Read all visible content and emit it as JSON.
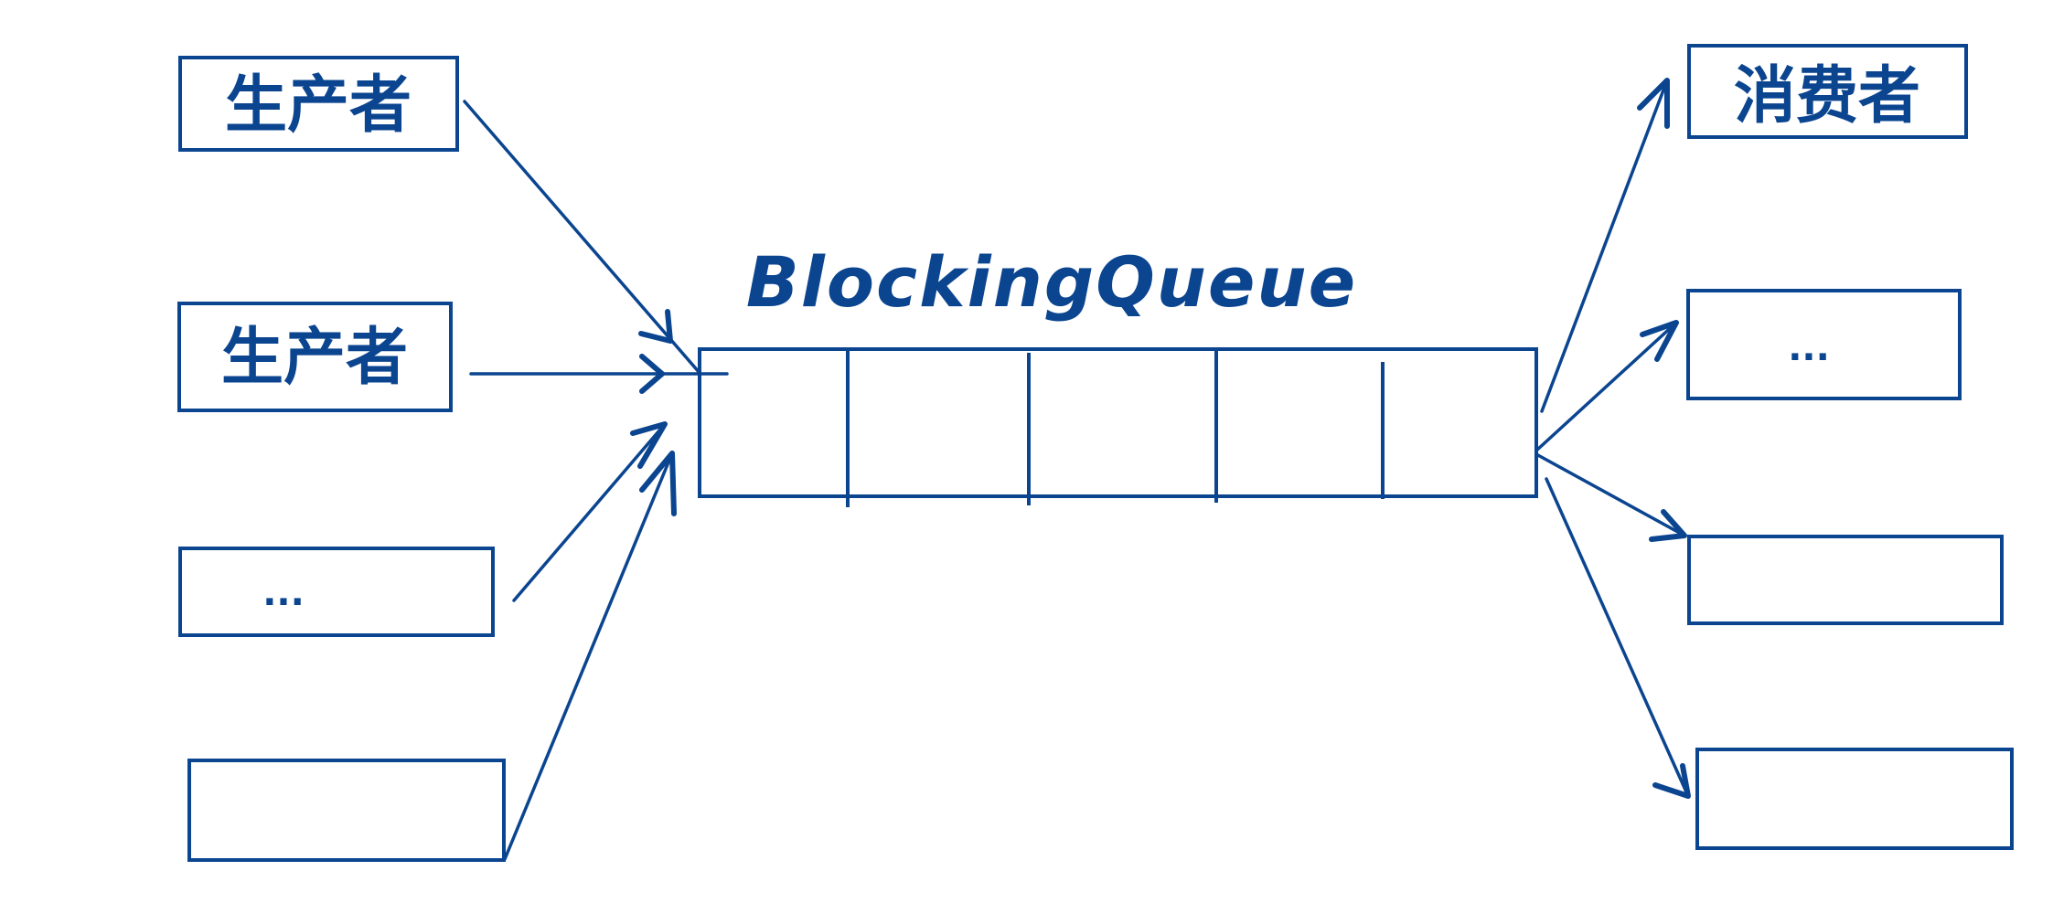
{
  "diagram": {
    "title": "BlockingQueue",
    "colors": {
      "ink": "#0b4590",
      "background": "#ffffff"
    },
    "queue": {
      "label": "BlockingQueue",
      "slot_count": 5
    },
    "producers": [
      {
        "id": "p1",
        "label": "生产者"
      },
      {
        "id": "p2",
        "label": "生产者"
      },
      {
        "id": "p3",
        "label": "..."
      },
      {
        "id": "p4",
        "label": ""
      }
    ],
    "consumers": [
      {
        "id": "c1",
        "label": "消费者"
      },
      {
        "id": "c2",
        "label": "..."
      },
      {
        "id": "c3",
        "label": ""
      },
      {
        "id": "c4",
        "label": ""
      }
    ],
    "edges": [
      {
        "from": "p1",
        "to": "queue"
      },
      {
        "from": "p2",
        "to": "queue"
      },
      {
        "from": "p3",
        "to": "queue"
      },
      {
        "from": "p4",
        "to": "queue"
      },
      {
        "from": "queue",
        "to": "c1"
      },
      {
        "from": "queue",
        "to": "c2"
      },
      {
        "from": "queue",
        "to": "c3"
      },
      {
        "from": "queue",
        "to": "c4"
      }
    ]
  }
}
